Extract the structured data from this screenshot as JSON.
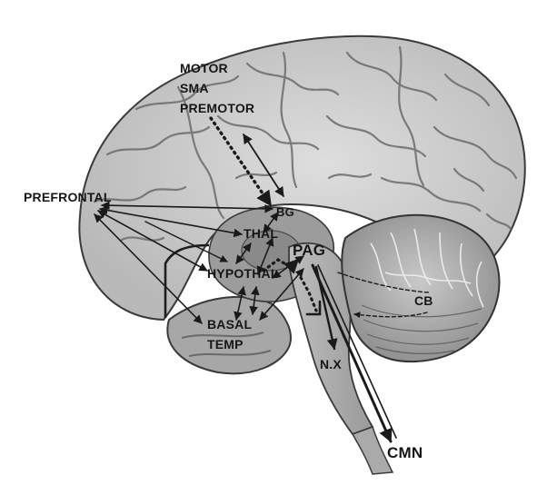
{
  "diagram": {
    "labels": {
      "motor": "MOTOR",
      "sma": "SMA",
      "premotor": "PREMOTOR",
      "prefrontal": "PREFRONTAL",
      "bg": "BG",
      "thal": "THAL",
      "pag": "PAG",
      "hypothal": "HYPOTHAL",
      "basal": "BASAL",
      "temp": "TEMP",
      "cb": "CB",
      "nx": "N.X",
      "cmn": "CMN"
    }
  }
}
